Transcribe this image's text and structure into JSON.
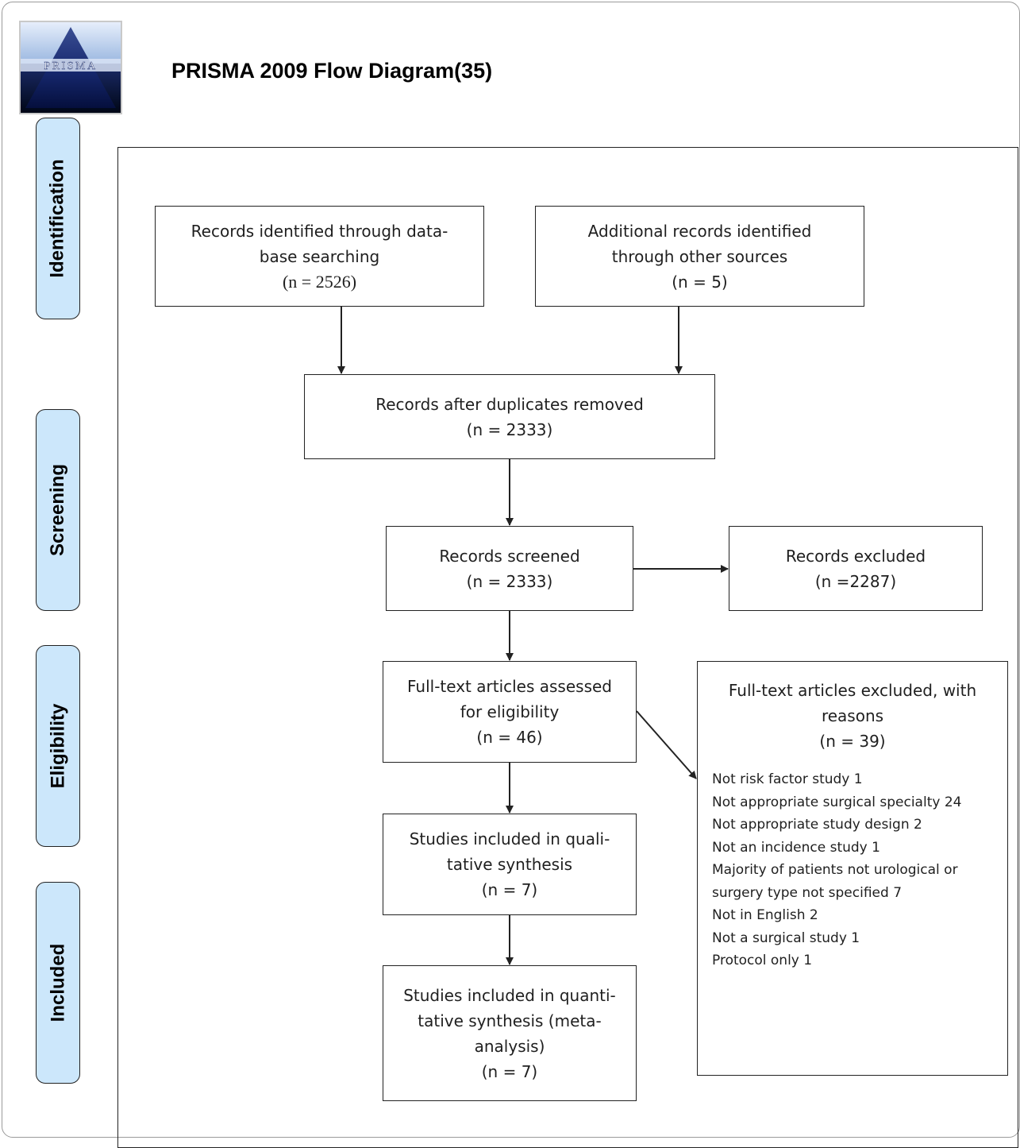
{
  "title": "PRISMA 2009 Flow Diagram(35)",
  "logo": {
    "text": "PRISMA"
  },
  "stages": {
    "identification": "Identification",
    "screening": "Screening",
    "eligibility": "Eligibility",
    "included": "Included"
  },
  "boxes": {
    "database": {
      "lines": [
        "Records identified through data-",
        "base searching"
      ],
      "count": "(n = 2526)"
    },
    "other_sources": {
      "lines": [
        "Additional records identified",
        "through other sources"
      ],
      "count": "(n = 5)"
    },
    "duplicates_removed": {
      "lines": [
        "Records after duplicates removed"
      ],
      "count": "(n = 2333)"
    },
    "screened": {
      "lines": [
        "Records screened"
      ],
      "count": "(n = 2333)"
    },
    "excluded": {
      "lines": [
        "Records excluded"
      ],
      "count": "(n =2287)"
    },
    "fulltext_assessed": {
      "lines": [
        "Full-text articles assessed",
        "for eligibility"
      ],
      "count": "(n = 46)"
    },
    "qualitative": {
      "lines": [
        "Studies included in quali-",
        "tative synthesis"
      ],
      "count": "(n = 7)"
    },
    "quantitative": {
      "lines": [
        "Studies included in quanti-",
        "tative synthesis (meta-",
        "analysis)"
      ],
      "count": "(n = 7)"
    }
  },
  "fulltext_excluded": {
    "lines": [
      "Full-text articles excluded, with",
      "reasons"
    ],
    "count": "(n = 39)",
    "reasons": [
      "Not risk factor study 1",
      "Not appropriate surgical specialty 24",
      "Not appropriate study design 2",
      "Not an incidence study 1",
      "Majority of patients not urological or",
      "surgery type not specified 7",
      "Not in English 2",
      "Not a surgical study 1",
      "Protocol only 1"
    ]
  },
  "colors": {
    "stage_fill": "#cce7fb",
    "line": "#222222",
    "logo_top": "#9ab7e0",
    "logo_bottom": "#0a1e63"
  }
}
